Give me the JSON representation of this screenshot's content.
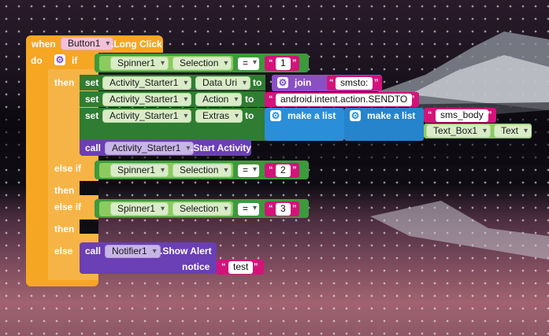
{
  "event": {
    "when": "when",
    "component": "Button1",
    "event": ".Long Click",
    "do": "do"
  },
  "if_block": {
    "if": "if",
    "then": "then",
    "else_if": "else if",
    "else": "else"
  },
  "cond1": {
    "component": "Spinner1",
    "prop": "Selection",
    "op": "=",
    "value": "1"
  },
  "cond2": {
    "component": "Spinner1",
    "prop": "Selection",
    "op": "=",
    "value": "2"
  },
  "cond3": {
    "component": "Spinner1",
    "prop": "Selection",
    "op": "=",
    "value": "3"
  },
  "set1": {
    "set": "set",
    "component": "Activity_Starter1",
    "prop": "Data Uri",
    "to": "to",
    "join": "join",
    "text": "smsto:"
  },
  "set2": {
    "set": "set",
    "component": "Activity_Starter1",
    "prop": "Action",
    "to": "to",
    "text": "android.intent.action.SENDTO"
  },
  "set3": {
    "set": "set",
    "component": "Activity_Starter1",
    "prop": "Extras",
    "to": "to",
    "make_list1": "make a list",
    "make_list2": "make a list",
    "text": "sms_body",
    "textbox": "Text_Box1",
    "textbox_prop": "Text"
  },
  "call1": {
    "call": "call",
    "component": "Activity_Starter1",
    "method": ".Start Activity"
  },
  "call2": {
    "call": "call",
    "component": "Notifier1",
    "method": ".Show Alert",
    "param": "notice",
    "text": "test"
  },
  "colors": {
    "event": "#f5a623",
    "control": "#3c9a3c",
    "setter": "#2f7d32",
    "call": "#6b3fb5",
    "list": "#2a8fd8",
    "text": "#d3137a",
    "math": "#8ccb5e"
  },
  "icons": [
    "gear-icon",
    "dropdown-arrow-icon"
  ]
}
